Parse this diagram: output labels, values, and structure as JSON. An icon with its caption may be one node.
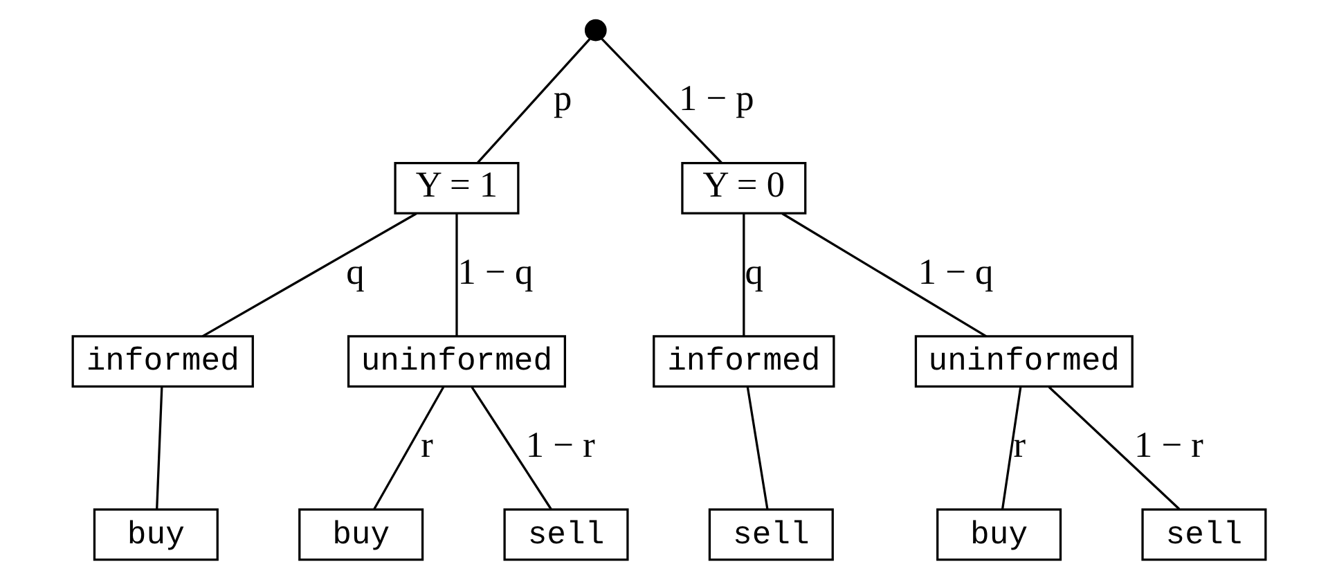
{
  "diagram": {
    "nodes": [
      {
        "text": [],
        "shape": "circle"
      },
      {
        "text": [
          "Y = 1"
        ]
      },
      {
        "text": [
          "Y = 0"
        ]
      },
      {
        "text": [
          "informed"
        ]
      },
      {
        "text": [
          "uninformed"
        ]
      },
      {
        "text": [
          "informed"
        ]
      },
      {
        "text": [
          "uninformed"
        ]
      },
      {
        "text": [
          "buy"
        ]
      },
      {
        "text": [
          "buy"
        ]
      },
      {
        "text": [
          "sell"
        ]
      },
      {
        "text": [
          "sell"
        ]
      },
      {
        "text": [
          "buy"
        ]
      },
      {
        "text": [
          "sell"
        ]
      }
    ],
    "edges": [
      {
        "from": 0,
        "to": 1,
        "arrow": "none",
        "label": "p"
      },
      {
        "from": 0,
        "to": 2,
        "arrow": "none",
        "label": "1 − p"
      },
      {
        "from": 1,
        "to": 3,
        "arrow": "none",
        "label": "q"
      },
      {
        "from": 1,
        "to": 4,
        "arrow": "none",
        "label": "1 − q"
      },
      {
        "from": 2,
        "to": 5,
        "arrow": "none",
        "label": "q"
      },
      {
        "from": 2,
        "to": 6,
        "arrow": "none",
        "label": "1 − q"
      },
      {
        "from": 3,
        "to": 7,
        "arrow": "none"
      },
      {
        "from": 4,
        "to": 8,
        "arrow": "none",
        "label": "r"
      },
      {
        "from": 4,
        "to": 9,
        "arrow": "none",
        "label": "1 − r"
      },
      {
        "from": 5,
        "to": 10,
        "arrow": "none"
      },
      {
        "from": 6,
        "to": 11,
        "arrow": "none",
        "label": "r"
      },
      {
        "from": 6,
        "to": 12,
        "arrow": "none",
        "label": "1 − r"
      }
    ]
  }
}
